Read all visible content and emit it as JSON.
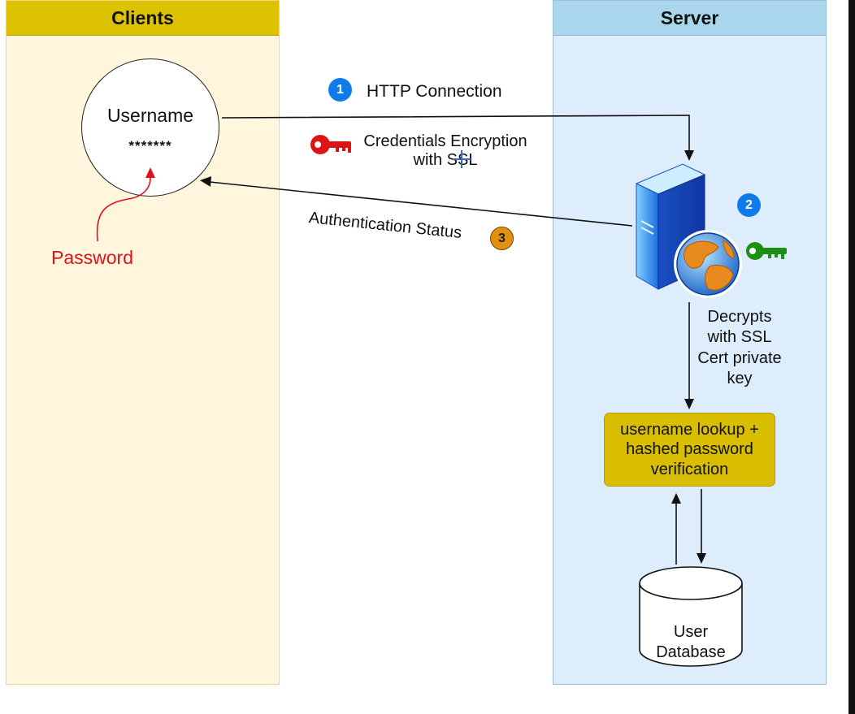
{
  "lanes": {
    "clients": {
      "title": "Clients"
    },
    "server": {
      "title": "Server"
    }
  },
  "client": {
    "username_label": "Username",
    "password_mask": "*******",
    "password_callout": "Password"
  },
  "steps": [
    {
      "number": "1",
      "label": "HTTP Connection",
      "badge_color": "#0f7bea"
    },
    {
      "number": "2",
      "label": "",
      "badge_color": "#0f7bea"
    },
    {
      "number": "3",
      "label": "Authentication Status",
      "badge_color": "#e3900e"
    }
  ],
  "encryption_note": "Credentials Encryption with SSL",
  "decrypt_note": "Decrypts with SSL Cert private key",
  "process": {
    "label": "username lookup + hashed password verification"
  },
  "database": {
    "label": "User Database"
  },
  "icons": {
    "client_key": "red-key-icon",
    "server_key": "green-key-icon",
    "server": "web-server-icon"
  },
  "colors": {
    "clients_header": "#dcc200",
    "clients_lane": "#fff6dd",
    "server_header": "#a9d6ec",
    "server_lane": "#deedfb",
    "process_fill": "#d9bd00",
    "password_red": "#e0111b",
    "client_key": "#dd1414",
    "server_key": "#1c8f14"
  }
}
